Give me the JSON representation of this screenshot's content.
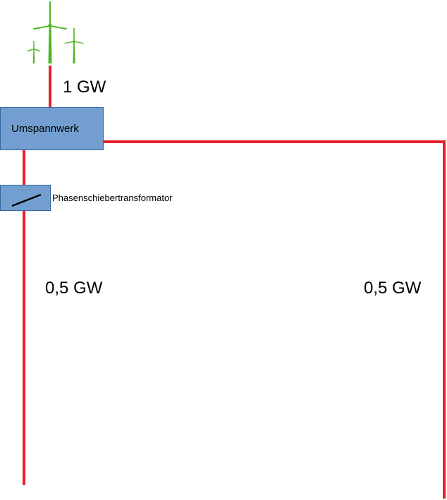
{
  "colors": {
    "line": "#e8202a",
    "box_fill": "#729fcf",
    "box_stroke": "#3465a4",
    "turbine": "#4cb521"
  },
  "icons": {
    "generator": "wind-turbine-icon",
    "transformer": "phase-shifter-symbol-icon"
  },
  "labels": {
    "generation_power": "1 GW",
    "substation": "Umspannwerk",
    "phase_shifter": "Phasenschiebertransformator",
    "left_branch_power": "0,5 GW",
    "right_branch_power": "0,5 GW"
  }
}
